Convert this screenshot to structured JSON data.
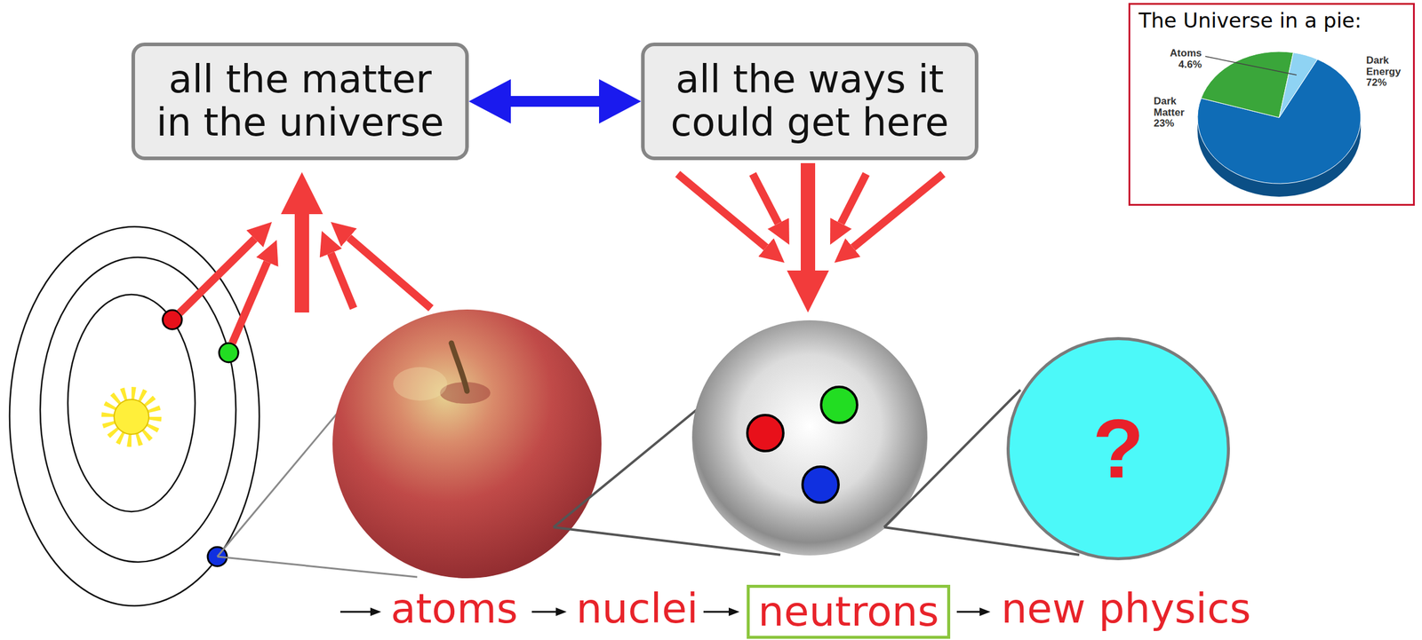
{
  "diagram": {
    "nodes": [
      {
        "text": [
          "all the matter in the universe"
        ]
      },
      {
        "text": [
          "all the ways it could get here"
        ]
      },
      {
        "text": [
          "The Universe in a pie:"
        ]
      },
      {
        "text": [
          "?"
        ]
      },
      {
        "text": [
          "neutrons"
        ]
      }
    ],
    "edges": [
      {
        "from": 0,
        "to": 1,
        "arrow": "both"
      }
    ],
    "labels": [
      "Atoms 4.6%",
      "Dark Matter 23%",
      "Dark Energy 72%",
      "atoms",
      "nuclei",
      "new physics"
    ]
  }
}
